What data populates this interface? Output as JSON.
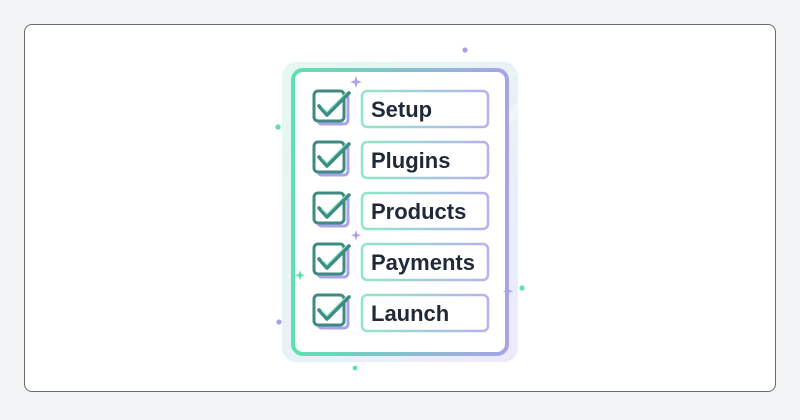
{
  "checklist": {
    "items": [
      {
        "label": "Setup",
        "checked": true
      },
      {
        "label": "Plugins",
        "checked": true
      },
      {
        "label": "Products",
        "checked": true
      },
      {
        "label": "Payments",
        "checked": true
      },
      {
        "label": "Launch",
        "checked": true
      }
    ]
  },
  "colors": {
    "green": "#5ee0b0",
    "violet": "#a9a3e8",
    "check": "#3f8a82",
    "text": "#1f2937",
    "frame_border": "#6b6b6b"
  },
  "icons": {
    "checkbox": "checkbox-checked-icon",
    "sparkle": "sparkle-icon"
  }
}
